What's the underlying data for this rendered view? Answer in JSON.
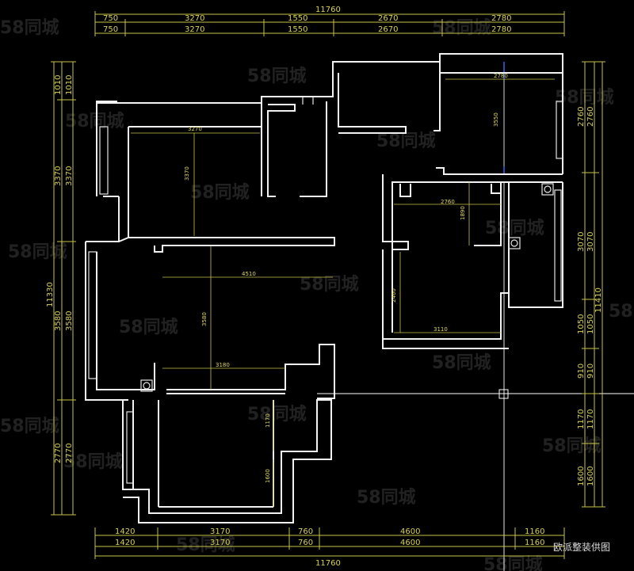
{
  "plan": {
    "dims_top_total": "11760",
    "dims_top": [
      "750",
      "3270",
      "1550",
      "2670",
      "2780"
    ],
    "dims_bottom_total": "11760",
    "dims_bottom": [
      "1420",
      "3170",
      "760",
      "4600",
      "1160"
    ],
    "dims_left_total": "11330",
    "dims_left": [
      "1010",
      "3370",
      "3580",
      "2770"
    ],
    "dims_right_total": "11410",
    "dims_right": [
      "2760",
      "3070",
      "1050",
      "910",
      "1170",
      "1600"
    ],
    "room_dims": {
      "tr_w": "2780",
      "tr_h": "3550",
      "bed1_w": "3270",
      "bed1_h": "3370",
      "kit_w": "2760",
      "kit_h": "1890",
      "liv_w": "4510",
      "liv_h": "3580",
      "din_w": "3110",
      "din_h": "2460",
      "liv2_w": "3180",
      "bed2_h1": "1170",
      "bed2_h2": "1600"
    }
  },
  "watermark": "58同城",
  "caption": "欧派整装供图"
}
